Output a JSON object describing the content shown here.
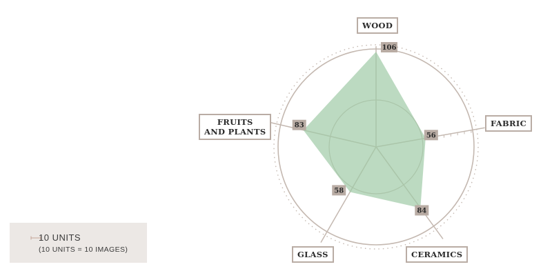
{
  "chart_data": {
    "type": "radar",
    "categories": [
      "WOOD",
      "FABRIC",
      "CERAMICS",
      "GLASS",
      "FRUITS\nAND PLANTS"
    ],
    "values": [
      106,
      56,
      84,
      58,
      83
    ],
    "max": 106
  },
  "legend": {
    "unit_label": "10 UNITS",
    "note": "(10 UNITS =  10 IMAGES)",
    "icon": "ruler-icon"
  },
  "colors": {
    "fill": "#9fcaa6",
    "stroke": "#c4b8b0",
    "badge": "#b9aca4",
    "legend_bg": "#ece8e5"
  }
}
